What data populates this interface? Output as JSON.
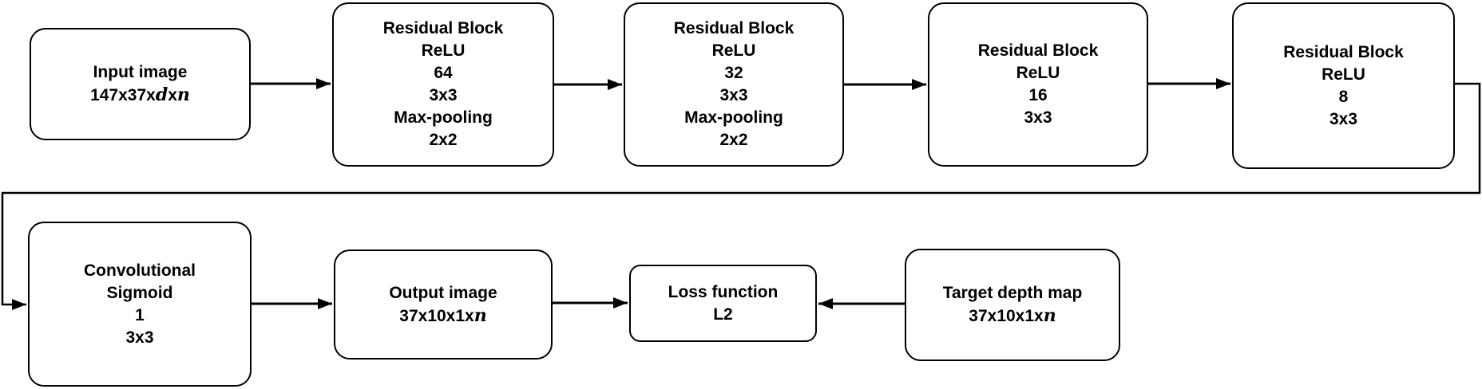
{
  "diagram": {
    "description": "Convolutional neural network architecture flowchart",
    "colors": {
      "background": "#ffffff",
      "node_fill": "#ffffff",
      "stroke": "#000000",
      "text": "#000000"
    },
    "nodes": {
      "input": {
        "lines": [
          [
            {
              "text": "Input image"
            }
          ],
          [
            {
              "text": "147x37x"
            },
            {
              "text": "d",
              "italic": true
            },
            {
              "text": "x"
            },
            {
              "text": "n",
              "italic": true
            }
          ]
        ]
      },
      "rb64": {
        "lines": [
          [
            {
              "text": "Residual Block"
            }
          ],
          [
            {
              "text": "ReLU"
            }
          ],
          [
            {
              "text": "64"
            }
          ],
          [
            {
              "text": "3x3"
            }
          ],
          [
            {
              "text": "Max-pooling"
            }
          ],
          [
            {
              "text": "2x2"
            }
          ]
        ]
      },
      "rb32": {
        "lines": [
          [
            {
              "text": "Residual Block"
            }
          ],
          [
            {
              "text": "ReLU"
            }
          ],
          [
            {
              "text": "32"
            }
          ],
          [
            {
              "text": "3x3"
            }
          ],
          [
            {
              "text": "Max-pooling"
            }
          ],
          [
            {
              "text": "2x2"
            }
          ]
        ]
      },
      "rb16": {
        "lines": [
          [
            {
              "text": "Residual Block"
            }
          ],
          [
            {
              "text": "ReLU"
            }
          ],
          [
            {
              "text": "16"
            }
          ],
          [
            {
              "text": "3x3"
            }
          ]
        ]
      },
      "rb8": {
        "lines": [
          [
            {
              "text": "Residual Block"
            }
          ],
          [
            {
              "text": "ReLU"
            }
          ],
          [
            {
              "text": "8"
            }
          ],
          [
            {
              "text": "3x3"
            }
          ]
        ]
      },
      "conv": {
        "lines": [
          [
            {
              "text": "Convolutional"
            }
          ],
          [
            {
              "text": "Sigmoid"
            }
          ],
          [
            {
              "text": "1"
            }
          ],
          [
            {
              "text": "3x3"
            }
          ]
        ]
      },
      "output": {
        "lines": [
          [
            {
              "text": "Output image"
            }
          ],
          [
            {
              "text": "37x10x1x"
            },
            {
              "text": "n",
              "italic": true
            }
          ]
        ]
      },
      "loss": {
        "lines": [
          [
            {
              "text": "Loss function"
            }
          ],
          [
            {
              "text": "L2"
            }
          ]
        ]
      },
      "target": {
        "lines": [
          [
            {
              "text": "Target depth map"
            }
          ],
          [
            {
              "text": "37x10x1x"
            },
            {
              "text": "n",
              "italic": true
            }
          ]
        ]
      }
    },
    "edges": [
      {
        "from": "input",
        "to": "rb64",
        "type": "straight"
      },
      {
        "from": "rb64",
        "to": "rb32",
        "type": "straight"
      },
      {
        "from": "rb32",
        "to": "rb16",
        "type": "straight"
      },
      {
        "from": "rb16",
        "to": "rb8",
        "type": "straight"
      },
      {
        "from": "rb8",
        "to": "conv",
        "type": "wrap-around"
      },
      {
        "from": "conv",
        "to": "output",
        "type": "straight"
      },
      {
        "from": "output",
        "to": "loss",
        "type": "straight"
      },
      {
        "from": "target",
        "to": "loss",
        "type": "straight"
      }
    ]
  }
}
